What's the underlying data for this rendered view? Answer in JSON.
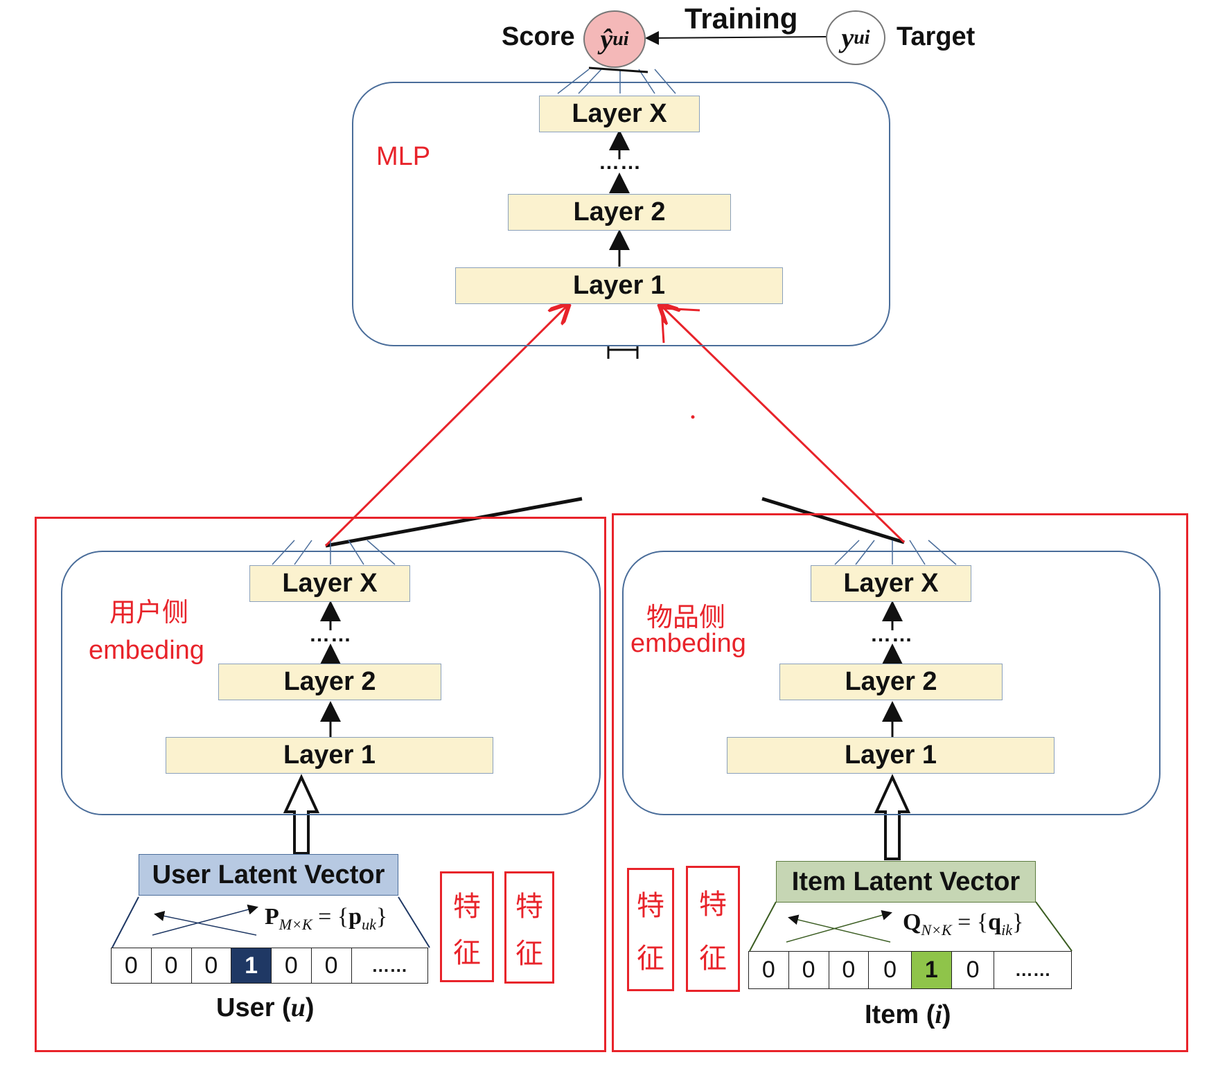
{
  "top": {
    "score_label": "Score",
    "training_label": "Training",
    "target_label": "Target",
    "prediction": "ŷ",
    "prediction_sub": "ui",
    "target": "y",
    "target_sub": "ui"
  },
  "mlp": {
    "label": "MLP",
    "layers": [
      "Layer X",
      "Layer 2",
      "Layer 1"
    ],
    "dots": "……"
  },
  "user_tower": {
    "label_line1": "用户侧",
    "label_line2": "embeding",
    "layers": [
      "Layer X",
      "Layer 2",
      "Layer 1"
    ],
    "dots": "……",
    "latent_label": "User Latent Vector",
    "matrix_symbol": "P",
    "matrix_sub": "M×K",
    "matrix_eq": " = {",
    "matrix_elem": "p",
    "matrix_elem_sub": "uk",
    "matrix_close": "}",
    "onehot": [
      "0",
      "0",
      "0",
      "1",
      "0",
      "0",
      "……"
    ],
    "active_index": 3,
    "active_color": "#1f3864",
    "caption_text": "User (",
    "caption_var": "u",
    "caption_close": ")",
    "feature_boxes": [
      [
        "特",
        "征"
      ],
      [
        "特",
        "征"
      ]
    ]
  },
  "item_tower": {
    "label_line1": "物品侧",
    "label_line2": "embeding",
    "layers": [
      "Layer X",
      "Layer 2",
      "Layer 1"
    ],
    "dots": "……",
    "latent_label": "Item Latent Vector",
    "matrix_symbol": "Q",
    "matrix_sub": "N×K",
    "matrix_eq": " = {",
    "matrix_elem": "q",
    "matrix_elem_sub": "ik",
    "matrix_close": "}",
    "onehot": [
      "0",
      "0",
      "0",
      "0",
      "1",
      "0",
      "……"
    ],
    "active_index": 4,
    "active_color": "#8fc44a",
    "caption_text": "Item (",
    "caption_var": "i",
    "caption_close": ")",
    "feature_boxes": [
      [
        "特",
        "征"
      ],
      [
        "特",
        "征"
      ]
    ]
  },
  "colors": {
    "accent_red": "#e8232a",
    "panel_border": "#4a6d9a",
    "layer_fill": "#fbf2cf",
    "user_latent_fill": "#b7c9e2",
    "item_latent_fill": "#c6d6b4",
    "prediction_fill": "#f4b8b8"
  }
}
